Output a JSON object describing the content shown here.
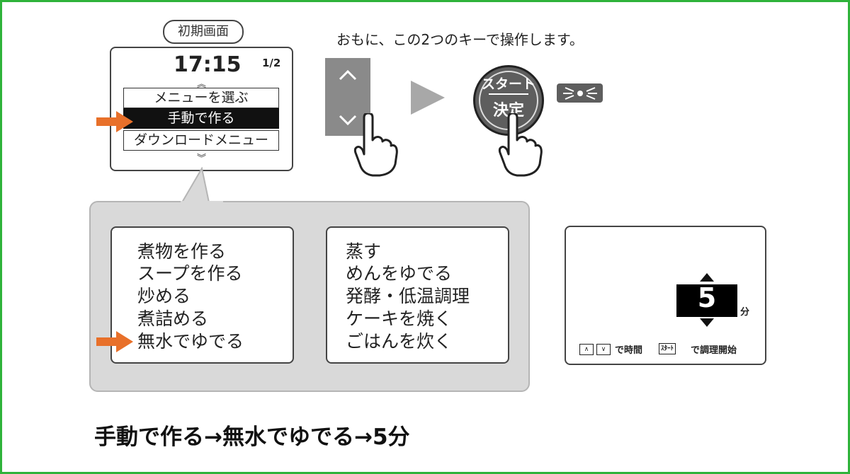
{
  "instruction": "おもに、この2つのキーで操作します。",
  "initial_screen": {
    "label": "初期画面",
    "time": "17:15",
    "page": "1/2",
    "menu_items": [
      {
        "label": "メニューを選ぶ",
        "selected": false
      },
      {
        "label": "手動で作る",
        "selected": true
      },
      {
        "label": "ダウンロードメニュー",
        "selected": false
      }
    ]
  },
  "manual_menu": {
    "left_items": [
      "煮物を作る",
      "スープを作る",
      "炒める",
      "煮詰める",
      "無水でゆでる"
    ],
    "right_items": [
      "蒸す",
      "めんをゆでる",
      "発酵・低温調理",
      "ケーキを焼く",
      "ごはんを炊く"
    ],
    "selected": "無水でゆでる"
  },
  "keys": {
    "start_top": "スタート",
    "start_bottom": "決定",
    "arrow_icons": [
      "chevron-up-icon",
      "chevron-down-icon"
    ]
  },
  "timer_screen": {
    "value": "5",
    "unit": "分",
    "hint_keys_up": "∧",
    "hint_keys_down": "∨",
    "hint_time": "で時間",
    "hint_start_key": "ｽﾀｰﾄ",
    "hint_start": "で調理開始"
  },
  "caption": "手動で作る→無水でゆでる→5分",
  "colors": {
    "frame": "#2fb33a",
    "pointer_arrow": "#e8702a",
    "panel": "#d9d9d9",
    "key_gray": "#8a8a8a",
    "start_key": "#5e5e5e"
  }
}
